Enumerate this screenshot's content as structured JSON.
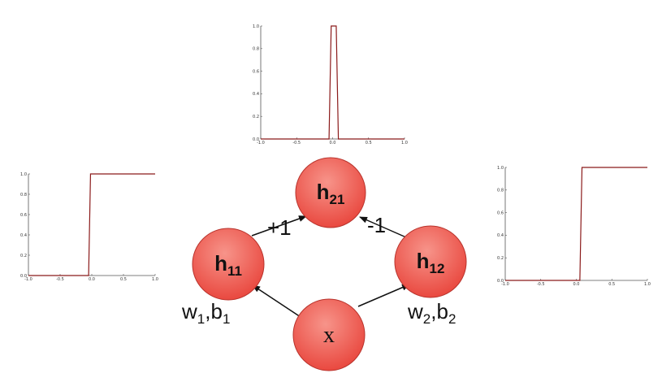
{
  "colors": {
    "node_fill_top": "#f7948a",
    "node_fill_bottom": "#e8433a",
    "node_stroke": "#b8332c",
    "edge": "#111111",
    "curve": "#8b1a1a",
    "axes": "#555555"
  },
  "nodes": {
    "h21": {
      "main": "h",
      "sub": "21"
    },
    "h11": {
      "main": "h",
      "sub": "11"
    },
    "h12": {
      "main": "h",
      "sub": "12"
    },
    "x": {
      "main": "x",
      "sub": ""
    }
  },
  "edges": {
    "h11_h21": {
      "label": "+1"
    },
    "h12_h21": {
      "label": "-1"
    },
    "x_h11": {
      "main": "w",
      "sub1": "1",
      "comma": ",",
      "main2": "b",
      "sub2": "1"
    },
    "x_h12": {
      "main": "w",
      "sub1": "2",
      "comma": ",",
      "main2": "b",
      "sub2": "2"
    }
  },
  "chart_data": [
    {
      "id": "plot-left",
      "type": "line",
      "xlim": [
        -1.0,
        1.0
      ],
      "ylim": [
        0.0,
        1.0
      ],
      "x_ticks": [
        "-1.0",
        "-0.5",
        "0.0",
        "0.5",
        "1.0"
      ],
      "y_ticks": [
        "0.0",
        "0.2",
        "0.4",
        "0.6",
        "0.8",
        "1.0"
      ],
      "series": [
        {
          "x": [
            -1.0,
            -0.05,
            -0.02,
            1.0
          ],
          "y": [
            0.0,
            0.0,
            1.0,
            1.0
          ]
        }
      ]
    },
    {
      "id": "plot-top",
      "type": "line",
      "xlim": [
        -1.0,
        1.0
      ],
      "ylim": [
        0.0,
        1.0
      ],
      "x_ticks": [
        "-1.0",
        "-0.5",
        "0.0",
        "0.5",
        "1.0"
      ],
      "y_ticks": [
        "0.0",
        "0.2",
        "0.4",
        "0.6",
        "0.8",
        "1.0"
      ],
      "series": [
        {
          "x": [
            -1.0,
            -0.05,
            -0.02,
            0.05,
            0.08,
            1.0
          ],
          "y": [
            0.0,
            0.0,
            1.0,
            1.0,
            0.0,
            0.0
          ]
        }
      ]
    },
    {
      "id": "plot-right",
      "type": "line",
      "xlim": [
        -1.0,
        1.0
      ],
      "ylim": [
        0.0,
        1.0
      ],
      "x_ticks": [
        "-1.0",
        "-0.5",
        "0.0",
        "0.5",
        "1.0"
      ],
      "y_ticks": [
        "0.0",
        "0.2",
        "0.4",
        "0.6",
        "0.8",
        "1.0"
      ],
      "series": [
        {
          "x": [
            -1.0,
            0.05,
            0.08,
            1.0
          ],
          "y": [
            0.0,
            0.0,
            1.0,
            1.0
          ]
        }
      ]
    }
  ]
}
